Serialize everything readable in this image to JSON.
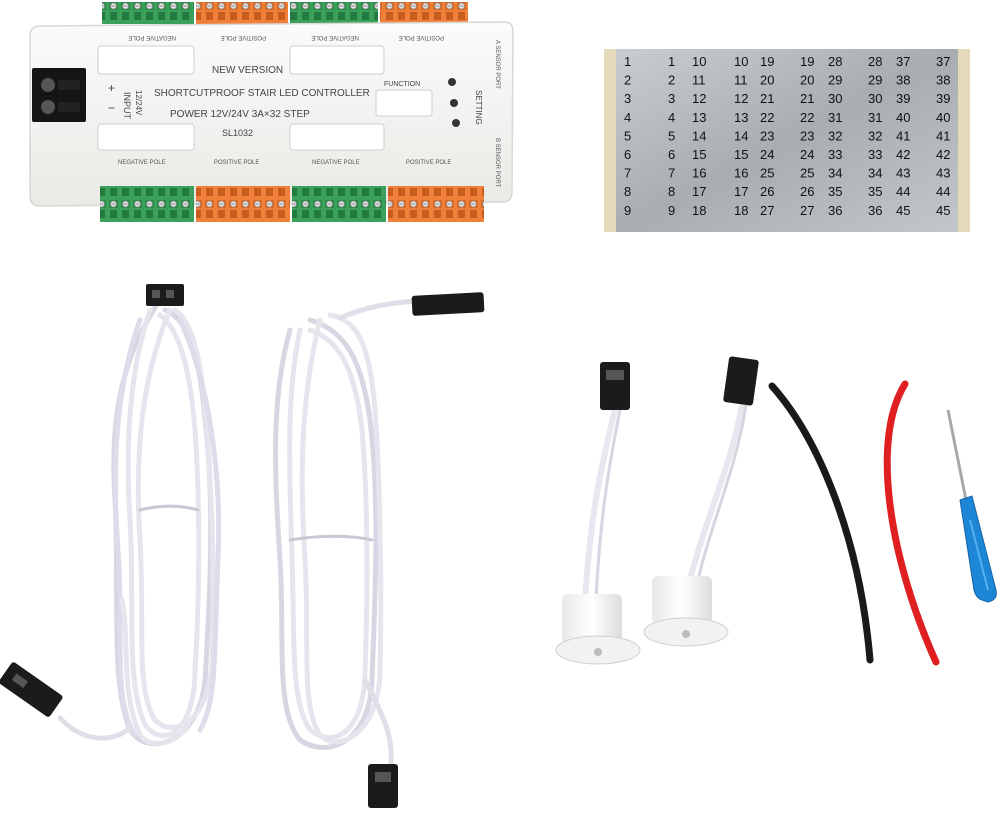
{
  "controller": {
    "line1": "NEW VERSION",
    "line2": "SHORTCUTPROOF STAIR LED CONTROLLER",
    "line3": "POWER  12V/24V    3A×32  STEP",
    "model": "SL1032",
    "function_label": "FUNCTION",
    "setting_label": "SETTING",
    "input_label": "INPUT",
    "input_voltage": "12/24V",
    "plus": "+",
    "minus": "−",
    "sensor_port_a": "A SENSOR PORT",
    "sensor_port_b": "B SENSOR PORT",
    "top_pole_labels": [
      "NEGATIVE POLE",
      "POSITIVE POLE",
      "NEGATIVE POLE",
      "POSITIVE POLE"
    ],
    "bottom_pole_labels": [
      "NEGATIVE POLE",
      "POSITIVE POLE",
      "NEGATIVE POLE",
      "POSITIVE POLE"
    ]
  },
  "label_sheet": {
    "rows": [
      [
        "1",
        "1",
        "10",
        "10",
        "19",
        "19",
        "28",
        "28",
        "37",
        "37"
      ],
      [
        "2",
        "2",
        "11",
        "11",
        "20",
        "20",
        "29",
        "29",
        "38",
        "38"
      ],
      [
        "3",
        "3",
        "12",
        "12",
        "21",
        "21",
        "30",
        "30",
        "39",
        "39"
      ],
      [
        "4",
        "4",
        "13",
        "13",
        "22",
        "22",
        "31",
        "31",
        "40",
        "40"
      ],
      [
        "5",
        "5",
        "14",
        "14",
        "23",
        "23",
        "32",
        "32",
        "41",
        "41"
      ],
      [
        "6",
        "6",
        "15",
        "15",
        "24",
        "24",
        "33",
        "33",
        "42",
        "42"
      ],
      [
        "7",
        "7",
        "16",
        "16",
        "25",
        "25",
        "34",
        "34",
        "43",
        "43"
      ],
      [
        "8",
        "8",
        "17",
        "17",
        "26",
        "26",
        "35",
        "35",
        "44",
        "44"
      ],
      [
        "9",
        "9",
        "18",
        "18",
        "27",
        "27",
        "36",
        "36",
        "45",
        "45"
      ]
    ]
  },
  "colors": {
    "terminal_green": "#3aa05a",
    "terminal_orange": "#f07f3a",
    "case_white": "#f4f4f2",
    "sheet_silver": "#b9bcc0",
    "sheet_backing": "#e4d9b8",
    "cable_white": "#e9e8f0",
    "wire_black": "#1a1a1a",
    "wire_red": "#e02020",
    "screwdriver_blue": "#1e86d6"
  },
  "icons": [
    "stair-led-controller",
    "power-terminal-block",
    "label-sticker-sheet",
    "extension-cable-coil",
    "motion-sensor",
    "heat-shrink-tube-black",
    "heat-shrink-tube-red",
    "screwdriver"
  ]
}
